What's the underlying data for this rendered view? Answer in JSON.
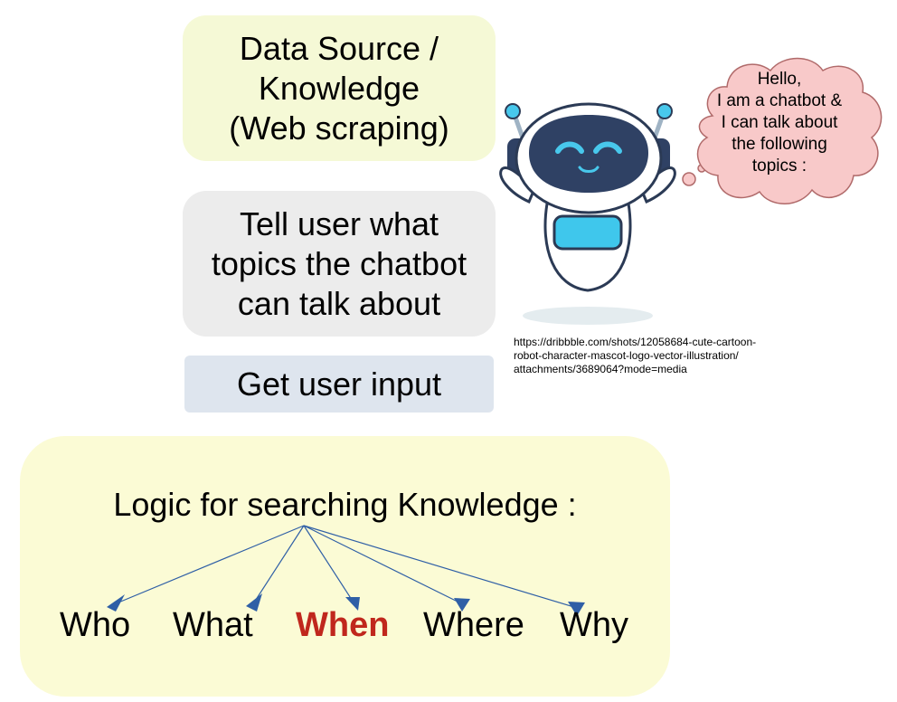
{
  "boxes": {
    "data_source": "Data Source /\nKnowledge\n(Web scraping)",
    "tell_topics": "Tell user what\ntopics the chatbot\ncan talk about",
    "user_input": "Get user input"
  },
  "speech_bubble": "Hello,\nI am a chatbot &\nI can talk about\nthe following\ntopics :",
  "image_credit": "https://dribbble.com/shots/12058684-cute-cartoon-\nrobot-character-mascot-logo-vector-illustration/\nattachments/3689064?mode=media",
  "logic": {
    "title": "Logic for searching Knowledge :",
    "questions": [
      "Who",
      "What",
      "When",
      "Where",
      "Why"
    ],
    "highlighted": "When"
  },
  "colors": {
    "highlight": "#c0271d",
    "arrow": "#2f5fa6",
    "data_source_box": "#f5f9d6",
    "topics_box": "#ececec",
    "input_box": "#dee5ee",
    "logic_panel": "#fbfbd5",
    "bubble_fill": "#f8c9c9"
  },
  "icons": {
    "robot": "robot-mascot-icon",
    "bubble": "thought-bubble-icon"
  }
}
